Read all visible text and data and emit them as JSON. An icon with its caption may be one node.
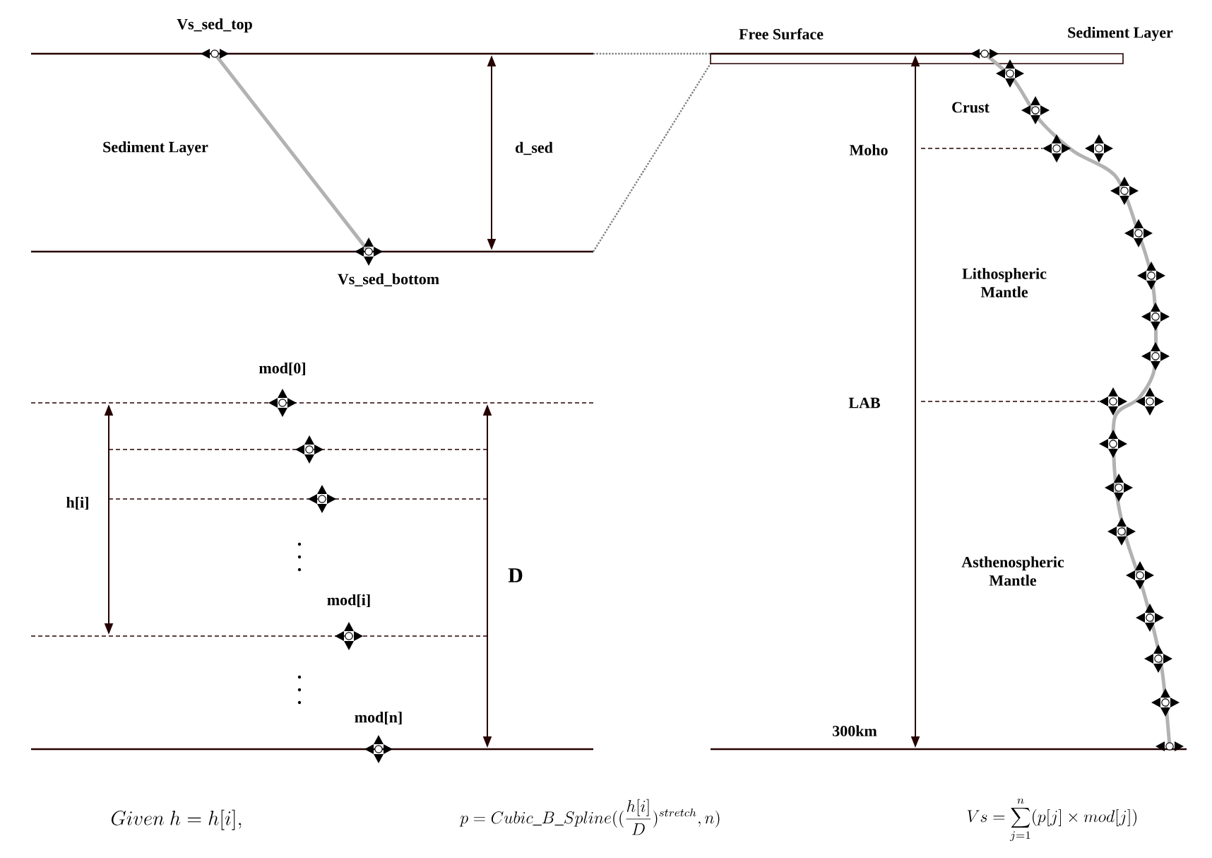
{
  "diagram": {
    "labels": [
      "Vs_sed_top",
      "Free Surface",
      "Sediment Layer",
      "Crust",
      "Sediment Layer",
      "d_sed",
      "Moho",
      "Vs_sed_bottom",
      "Lithospheric Mantle",
      "mod[0]",
      "LAB",
      "h[i]",
      "D",
      "Asthenospheric Mantle",
      "mod[i]",
      "mod[n]",
      "300km",
      "Given\\ h = h[i],",
      "p = Cubic\\_B\\_Spline((\\frac{h[i]}{D})^{stretch}, n)",
      "Vs = \\sum_{j=1}^{n}(p[j] \\times mod[j])"
    ]
  }
}
